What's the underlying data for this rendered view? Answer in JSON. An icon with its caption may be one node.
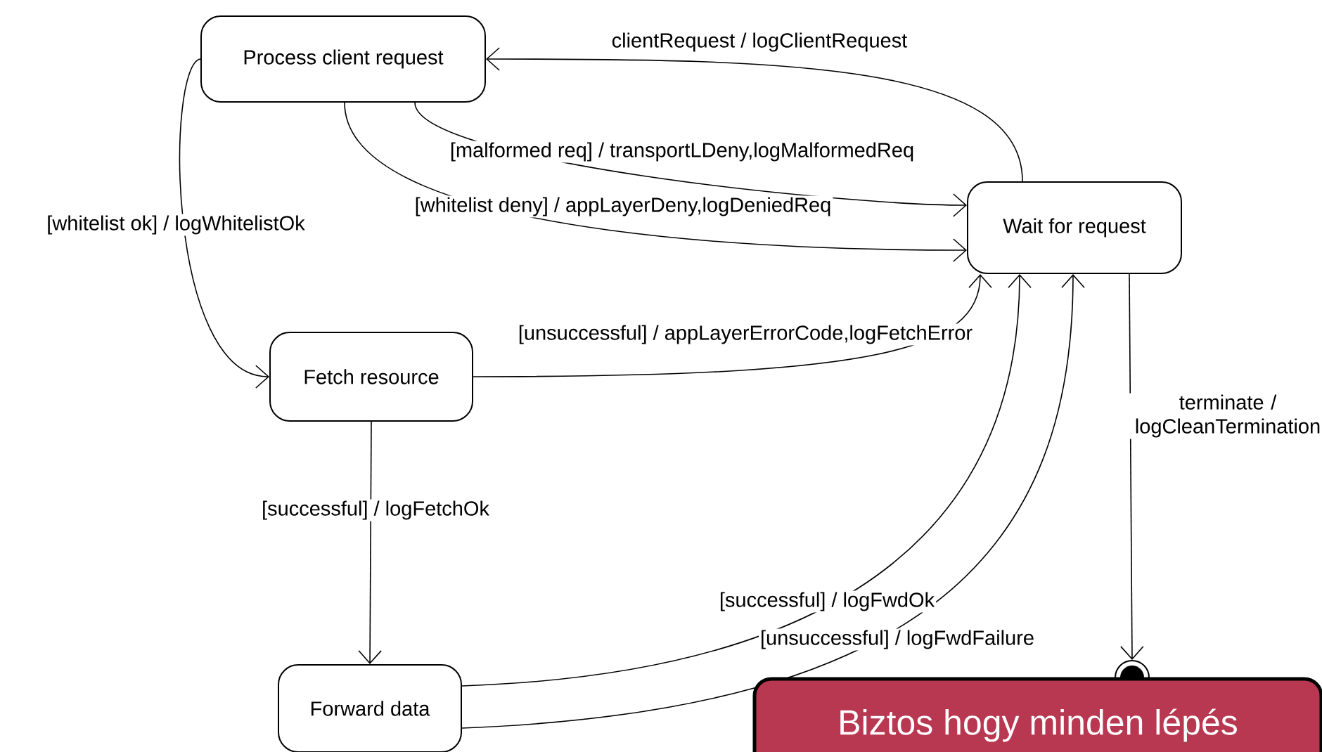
{
  "diagram": {
    "nodes": [
      {
        "text": [
          "Process client request"
        ]
      },
      {
        "text": [
          "Wait for request"
        ]
      },
      {
        "text": [
          "Fetch resource"
        ]
      },
      {
        "text": [
          "Forward data"
        ]
      },
      {
        "text": [],
        "shape": "circle"
      },
      {
        "text": [
          "Biztos hogy minden lépés"
        ]
      }
    ],
    "edges": [
      {
        "from": 1,
        "to": 0,
        "arrow": "to",
        "label": "clientRequest / logClientRequest"
      },
      {
        "from": 0,
        "to": 1,
        "arrow": "to",
        "label": "[malformed req] / transportLDeny,logMalformedReq"
      },
      {
        "from": 0,
        "to": 1,
        "arrow": "to",
        "label": "[whitelist deny] / appLayerDeny,logDeniedReq"
      },
      {
        "from": 0,
        "to": 2,
        "arrow": "to",
        "label": "[whitelist ok] / logWhitelistOk"
      },
      {
        "from": 2,
        "to": 1,
        "arrow": "to",
        "label": "[unsuccessful] / appLayerErrorCode,logFetchError"
      },
      {
        "from": 2,
        "to": 3,
        "arrow": "to",
        "label": "[successful] / logFetchOk"
      },
      {
        "from": 3,
        "to": 1,
        "arrow": "to",
        "label": "[successful] / logFwdOk"
      },
      {
        "from": 3,
        "to": 1,
        "arrow": "to",
        "label": "[unsuccessful] / logFwdFailure"
      },
      {
        "from": 1,
        "to": 4,
        "arrow": "to",
        "label": "terminate / logCleanTermination"
      }
    ]
  }
}
